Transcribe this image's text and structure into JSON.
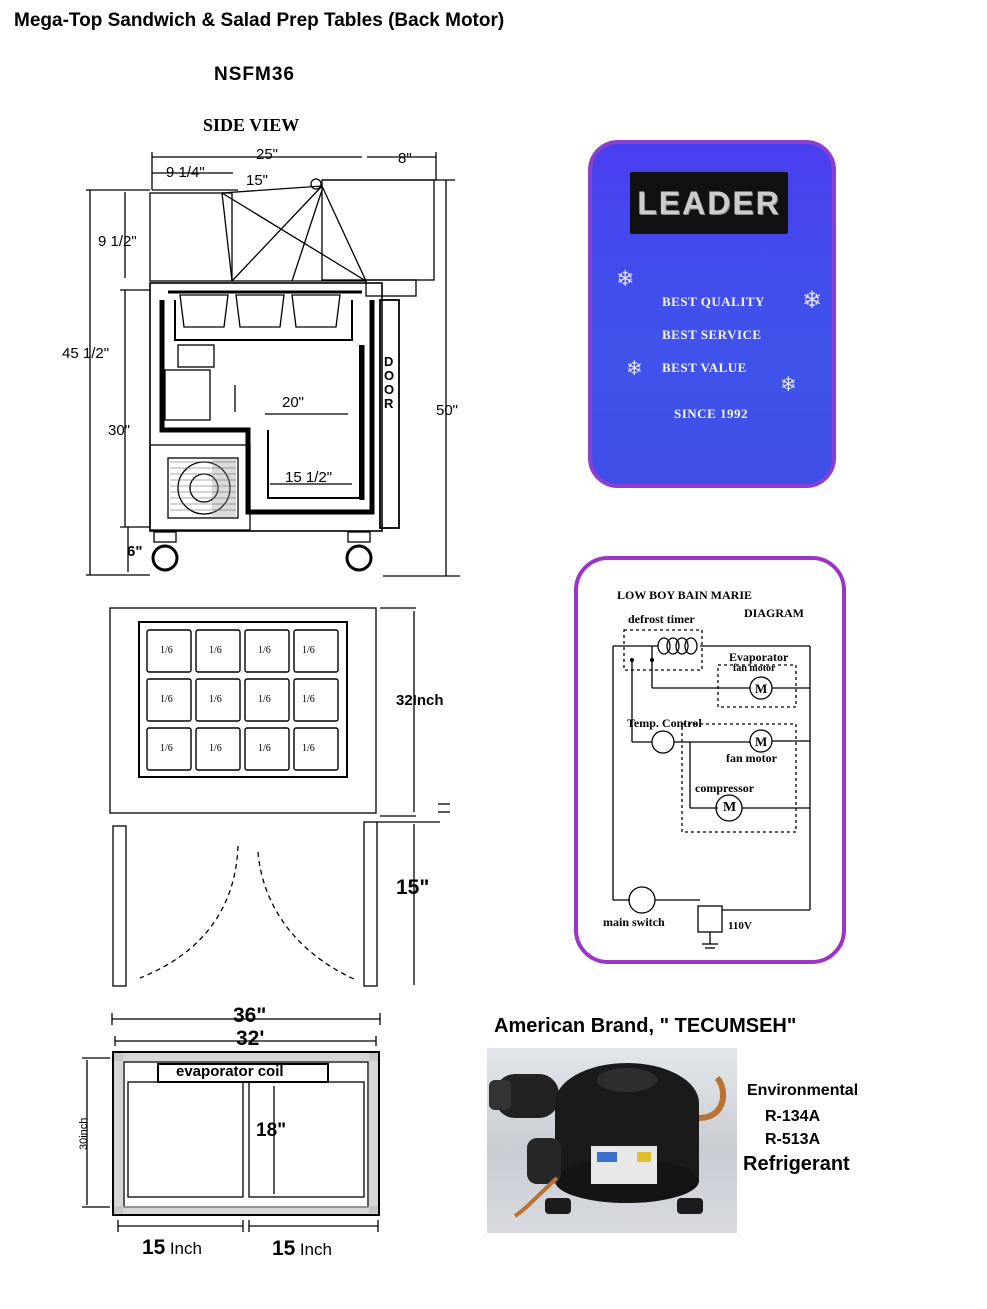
{
  "title": "Mega-Top Sandwich & Salad Prep Tables  (Back Motor)",
  "model": "NSFM36",
  "side_view": {
    "heading": "SIDE VIEW",
    "dims": {
      "d25": "25\"",
      "d8": "8\"",
      "d9_14": "9 1/4\"",
      "d15": "15\"",
      "d9_12": "9 1/2\"",
      "d45_12": "45 1/2\"",
      "d30": "30\"",
      "d20": "20\"",
      "d15_12": "15 1/2\"",
      "d50": "50\"",
      "d6": "6\"",
      "door": "DOOR"
    }
  },
  "top_view": {
    "pan_label": "1/6",
    "depth": "32Inch",
    "door_swing": "15\""
  },
  "bottom_view": {
    "w36": "36\"",
    "w32": "32'",
    "coil": "evaporator coil",
    "d30": "30inch",
    "d18": "18\"",
    "left_num": "15",
    "left_unit": "Inch",
    "right_num": "15",
    "right_unit": "Inch"
  },
  "leader_card": {
    "brand": "LEADER",
    "line1": "BEST QUALITY",
    "line2": "BEST SERVICE",
    "line3": "BEST VALUE",
    "line4": "SINCE 1992",
    "snowflake_icon": "snowflake-icon",
    "bg_color": "#3a44e8",
    "border_color": "#8a3fd0"
  },
  "wiring": {
    "title1": "LOW BOY   BAIN MARIE",
    "title2": "DIAGRAM",
    "defrost": "defrost timer",
    "evaporator": "Evaporator",
    "fan_motor1": "fan motor",
    "temp_control": "Temp. Control",
    "fan_motor2": "fan motor",
    "compressor": "compressor",
    "main_switch": "main switch",
    "voltage": "110V",
    "motor_symbol": "M",
    "border_color": "#9b35c8"
  },
  "compressor_info": {
    "heading": "American Brand, \" TECUMSEH\"",
    "environmental": "Environmental",
    "r134": "R-134A",
    "r513": "R-513A",
    "refrigerant": "Refrigerant"
  }
}
